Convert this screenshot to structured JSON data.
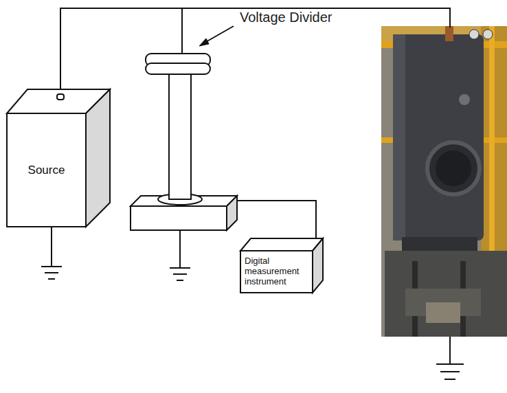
{
  "diagram": {
    "nodes": [
      {
        "text": [
          "Source"
        ]
      },
      {
        "text": [
          "Digital measurement instrument"
        ]
      }
    ],
    "labels": [
      "Voltage Divider"
    ]
  }
}
